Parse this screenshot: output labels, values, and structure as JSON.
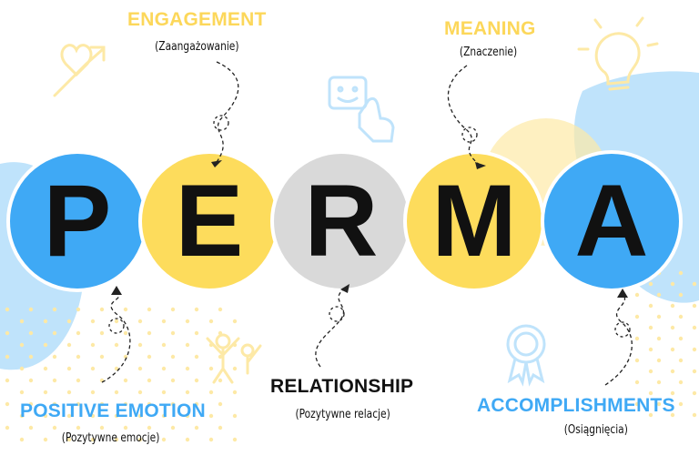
{
  "colors": {
    "blue": "#3fa9f5",
    "yellow": "#fddc5c",
    "gray": "#d9d9d9",
    "light_blue": "#bfe3fb",
    "light_yellow": "#fde9a6",
    "label_yellow": "#fcd75a",
    "label_blue": "#3fa9f5",
    "label_dark": "#111111"
  },
  "letters": [
    {
      "char": "P",
      "color": "blue"
    },
    {
      "char": "E",
      "color": "yellow"
    },
    {
      "char": "R",
      "color": "gray"
    },
    {
      "char": "M",
      "color": "yellow"
    },
    {
      "char": "A",
      "color": "blue"
    }
  ],
  "labels": {
    "engagement": {
      "title": "ENGAGEMENT",
      "subtitle": "(Zaangażowanie)"
    },
    "meaning": {
      "title": "MEANING",
      "subtitle": "(Znaczenie)"
    },
    "positive_emotion": {
      "title": "POSITIVE EMOTION",
      "subtitle": "(Pozytywne emocje)"
    },
    "relationship": {
      "title": "RELATIONSHIP",
      "subtitle": "(Pozytywne relacje)"
    },
    "accomplishments": {
      "title": "ACCOMPLISHMENTS",
      "subtitle": "(Osiągnięcia)"
    }
  },
  "decorative_icons": [
    "heart-growth-icon",
    "thumbs-up-hand-icon",
    "lightbulb-icon",
    "people-cheering-icon",
    "award-ribbon-icon"
  ]
}
